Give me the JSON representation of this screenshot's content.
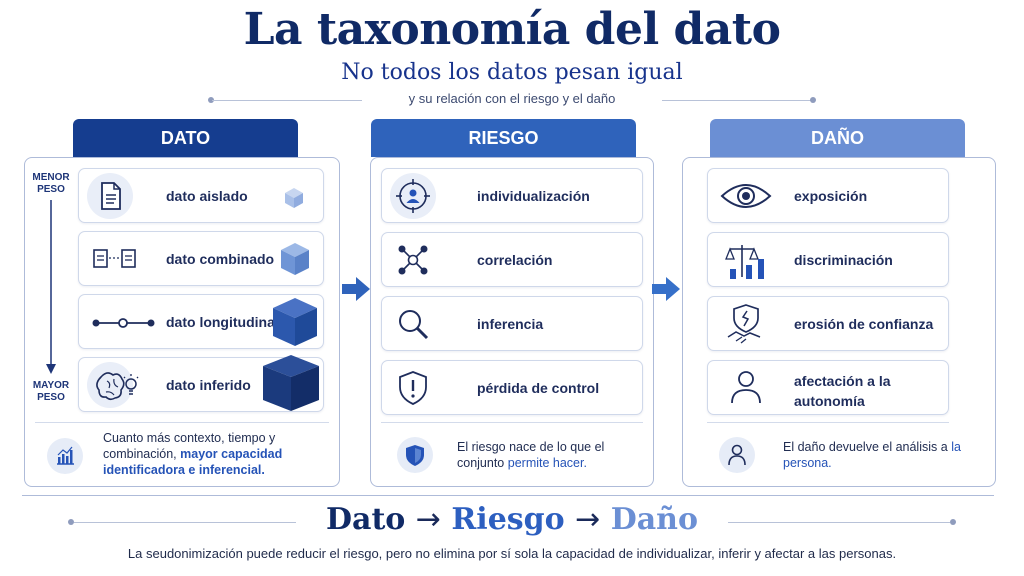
{
  "title": "La taxonomía del dato",
  "subtitle": "No todos los datos pesan igual",
  "tagline": "y su relación con el riesgo y el daño",
  "columns": {
    "dato": {
      "header": "DATO",
      "scale_top": "MENOR PESO",
      "scale_bottom": "MAYOR PESO",
      "items": [
        {
          "label": "dato aislado",
          "icon": "document-icon"
        },
        {
          "label": "dato combinado",
          "icon": "linked-documents-icon"
        },
        {
          "label": "dato longitudinal",
          "icon": "timeline-icon"
        },
        {
          "label": "dato inferido",
          "icon": "brain-lightbulb-icon"
        }
      ],
      "note_plain": "Cuanto más contexto, tiempo y combinación,",
      "note_highlight": "mayor capacidad identificadora e inferencial."
    },
    "riesgo": {
      "header": "RIESGO",
      "items": [
        {
          "label": "individualización",
          "icon": "target-person-icon"
        },
        {
          "label": "correlación",
          "icon": "network-nodes-icon"
        },
        {
          "label": "inferencia",
          "icon": "magnifier-icon"
        },
        {
          "label": "pérdida de control",
          "icon": "warning-shield-icon"
        }
      ],
      "note_plain": "El riesgo nace de lo que el conjunto",
      "note_highlight": "permite hacer."
    },
    "dano": {
      "header": "DAÑO",
      "items": [
        {
          "label": "exposición",
          "icon": "eye-icon"
        },
        {
          "label": "discriminación",
          "icon": "scales-icon"
        },
        {
          "label": "erosión de confianza",
          "icon": "broken-shield-handshake-icon"
        },
        {
          "label": "afectación a la autonomía",
          "label_line1": "afectación a la",
          "label_line2": "autonomía",
          "icon": "person-icon"
        }
      ],
      "note_plain": "El daño devuelve el análisis a",
      "note_highlight": "la persona."
    }
  },
  "formula": {
    "term1": "Dato",
    "arrow": "→",
    "term2": "Riesgo",
    "term3": "Daño"
  },
  "footer": "La seudonimización puede reducir el riesgo, pero no elimina por sí sola la capacidad de individualizar, inferir y afectar a las personas.",
  "colors": {
    "dato": "#153d8f",
    "riesgo": "#2f63bb",
    "dano": "#6b8fd4"
  }
}
